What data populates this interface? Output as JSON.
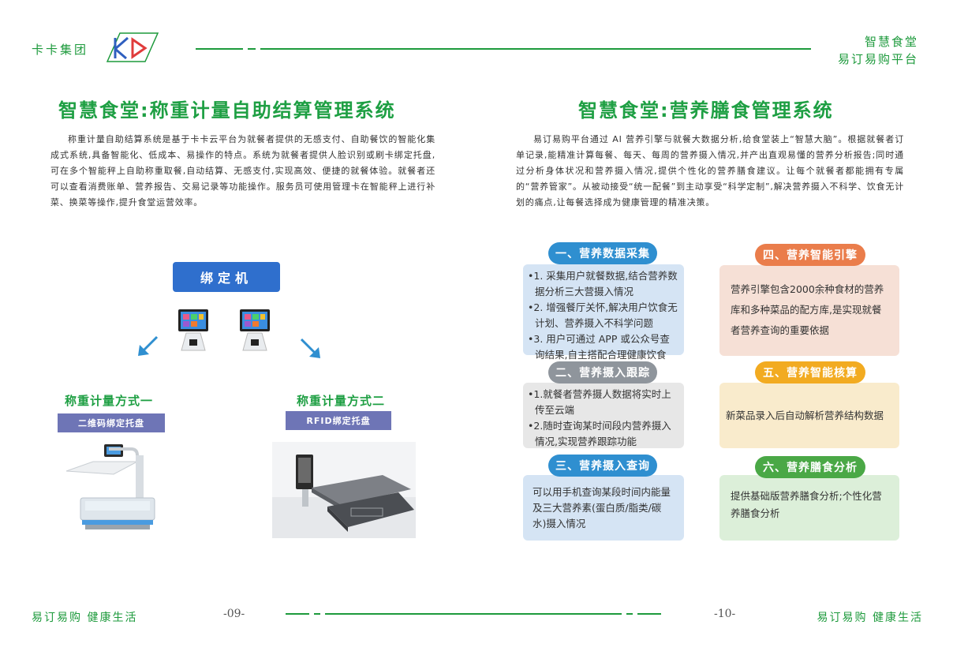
{
  "header": {
    "brand": "卡卡集团",
    "top_right_line1": "智慧食堂",
    "top_right_line2": "易订易购平台"
  },
  "left": {
    "title": "智慧食堂:称重计量自助结算管理系统",
    "paragraph": "称重计量自助结算系统是基于卡卡云平台为就餐者提供的无感支付、自助餐饮的智能化集成式系统,具备智能化、低成本、易操作的特点。系统为就餐者提供人脸识别或刷卡绑定托盘,可在多个智能秤上自助称重取餐,自动结算、无感支付,实现高效、便捷的就餐体验。就餐者还可以查看消费账单、营养报告、交易记录等功能操作。服务员可使用管理卡在智能秤上进行补菜、换菜等操作,提升食堂运营效率。",
    "bind_machine": "绑定机",
    "mode1_title": "称重计量方式一",
    "mode1_tag": "二维码绑定托盘",
    "mode2_title": "称重计量方式二",
    "mode2_tag": "RFID绑定托盘"
  },
  "right": {
    "title": "智慧食堂:营养膳食管理系统",
    "paragraph": "易订易购平台通过 AI 营养引擎与就餐大数据分析,给食堂装上“智慧大脑”。根据就餐者订单记录,能精准计算每餐、每天、每周的营养摄入情况,并产出直观易懂的营养分析报告;同时通过分析身体状况和营养摄入情况,提供个性化的营养膳食建议。让每个就餐者都能拥有专属的“营养管家”。从被动接受“统一配餐”到主动享受“科学定制”,解决营养摄入不科学、饮食无计划的痛点,让每餐选择成为健康管理的精准决策。",
    "sections": [
      {
        "label": "一、营养数据采集",
        "items": [
          "•1. 采集用户就餐数据,结合营养数据分析三大营摄入情况",
          "•2. 增强餐厅关怀,解决用户饮食无计划、营养摄入不科学问题",
          "•3. 用户可通过 APP 或公众号查询结果,自主搭配合理健康饮食"
        ]
      },
      {
        "label": "二、营养摄入跟踪",
        "items": [
          "•1.就餐者营养摄人数据将实时上传至云端",
          "•2.随时查询某时间段内营养摄入情况,实现营养跟踪功能"
        ]
      },
      {
        "label": "三、营养摄入查询",
        "text": "可以用手机查询某段时间内能量及三大营养素(蛋白质/脂类/碳水)摄入情况"
      },
      {
        "label": "四、营养智能引擎",
        "text": "营养引擎包含2000余种食材的营养库和多种菜品的配方库,是实现就餐者营养查询的重要依据"
      },
      {
        "label": "五、营养智能核算",
        "text": "新菜品录入后自动解析营养结构数据"
      },
      {
        "label": "六、营养膳食分析",
        "text": "提供基础版营养膳食分析;个性化营养膳食分析"
      }
    ]
  },
  "footer": {
    "slogan_left": "易订易购  健康生活",
    "page_left": "-09-",
    "page_right": "-10-",
    "slogan_right": "易订易购  健康生活"
  },
  "colors": {
    "brand_green": "#1d9a3c",
    "blue": "#2f8fd0",
    "gray": "#8f959c",
    "orange": "#ea7d4b",
    "yellow": "#f2ab21",
    "green": "#4aa846",
    "purple_tag": "#6e75b6"
  }
}
